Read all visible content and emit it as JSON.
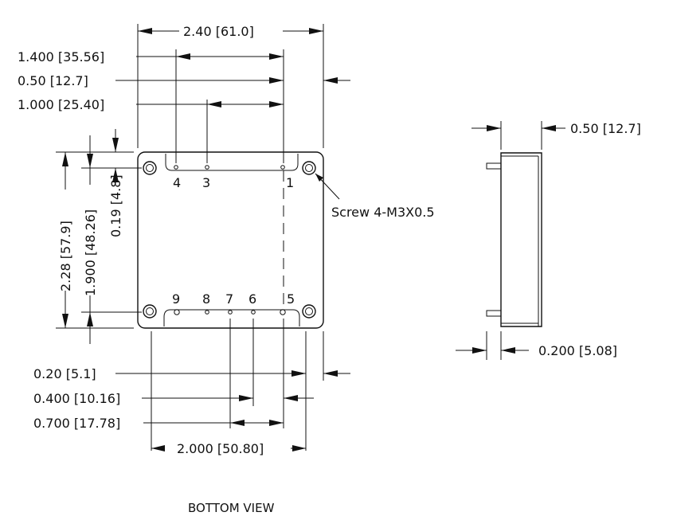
{
  "dimensions": {
    "overall_width": "2.40 [61.0]",
    "pin4_offset": "1.400 [35.56]",
    "pin1_edge": "0.50 [12.7]",
    "pin3_offset": "1.000 [25.40]",
    "overall_height": "2.28 [57.9]",
    "pin_row_spacing": "1.900 [48.26]",
    "pin_row_edge": "0.19 [4.8]",
    "pin5_edge": "0.20 [5.1]",
    "pin6_offset": "0.400 [10.16]",
    "pin7_offset": "0.700 [17.78]",
    "pin9_offset": "2.000 [50.80]",
    "side_thickness": "0.50 [12.7]",
    "pin_length": "0.200 [5.08]"
  },
  "pins": {
    "top": [
      "4",
      "3",
      "1"
    ],
    "bottom": [
      "9",
      "8",
      "7",
      "6",
      "5"
    ]
  },
  "screw_label": "Screw 4-M3X0.5",
  "view_label": "BOTTOM  VIEW"
}
